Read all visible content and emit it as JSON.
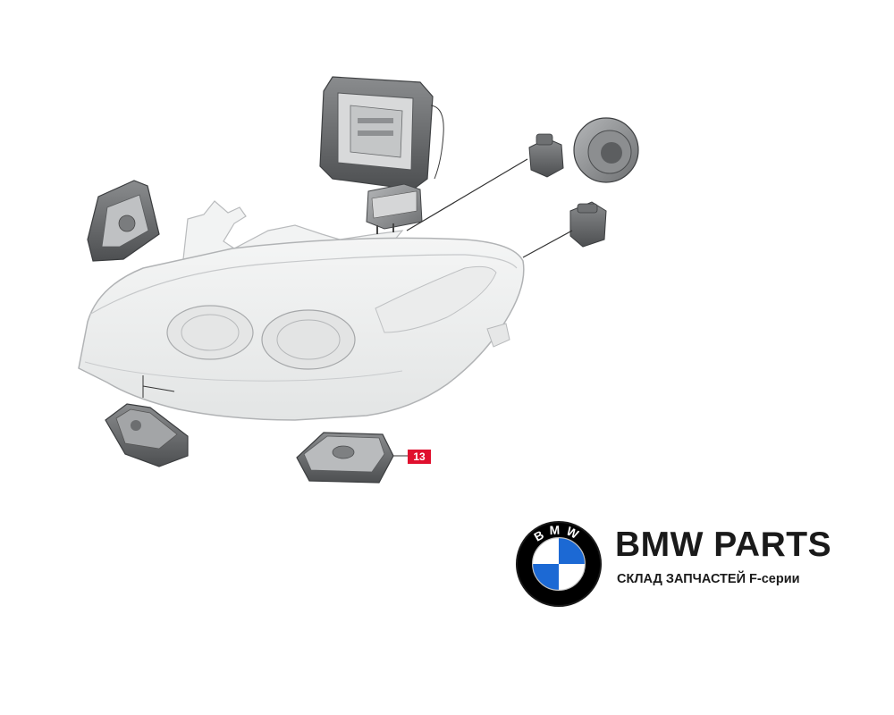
{
  "diagram": {
    "callout_number": "13",
    "callout_color": "#e0102e"
  },
  "brand": {
    "logo_letters": "BMW",
    "title": "BMW PARTS",
    "subtitle": "СКЛАД ЗАПЧАСТЕЙ F-серии",
    "colors": {
      "blue": "#1c69d4",
      "black": "#000000"
    }
  },
  "icons": [
    "bmw-roundel-icon"
  ]
}
